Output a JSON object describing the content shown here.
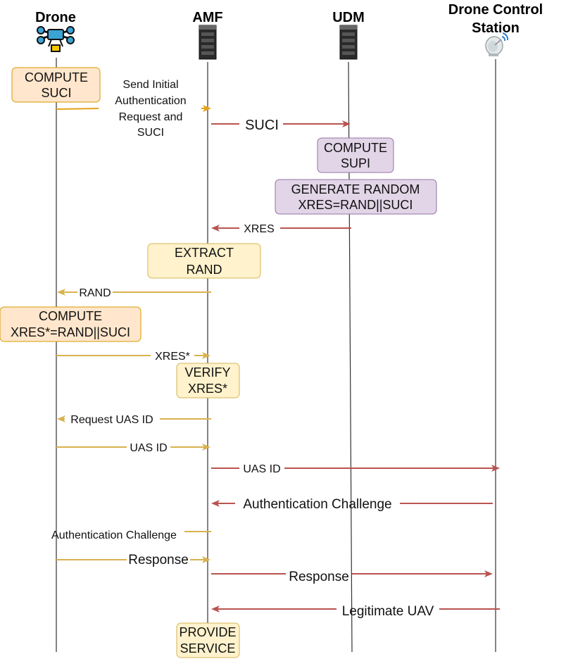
{
  "actors": {
    "drone": {
      "label": "Drone",
      "icon": "drone-icon"
    },
    "amf": {
      "label": "AMF",
      "icon": "server-icon"
    },
    "udm": {
      "label": "UDM",
      "icon": "server-icon"
    },
    "dcs": {
      "label_line1": "Drone Control",
      "label_line2": "Station",
      "icon": "satellite-dish-icon"
    }
  },
  "boxes": {
    "compute_suci": {
      "line1": "COMPUTE",
      "line2": "SUCI"
    },
    "compute_supi": {
      "line1": "COMPUTE",
      "line2": "SUPI"
    },
    "generate_random": {
      "line1": "GENERATE RANDOM",
      "line2": "XRES=RAND||SUCI"
    },
    "extract_rand": {
      "line1": "EXTRACT",
      "line2": "RAND"
    },
    "compute_xres": {
      "line1": "COMPUTE",
      "line2": "XRES*=RAND||SUCI"
    },
    "verify_xres": {
      "line1": "VERIFY",
      "line2": "XRES*"
    },
    "provide_service": {
      "line1": "PROVIDE",
      "line2": "SERVICE"
    }
  },
  "messages": {
    "send_initial": {
      "line1": "Send Initial",
      "line2": "Authentication",
      "line3": "Request and",
      "line4": "SUCI"
    },
    "suci": "SUCI",
    "xres": "XRES",
    "rand": "RAND",
    "xres_star": "XRES*",
    "request_uas_id": "Request UAS ID",
    "uas_id_1": "UAS ID",
    "uas_id_2": "UAS ID",
    "auth_challenge_1": "Authentication Challenge",
    "auth_challenge_2": "Authentication Challenge",
    "response_1": "Response",
    "response_2": "Response",
    "legitimate_uav": "Legitimate UAV"
  },
  "colors": {
    "orange_arrow": "#E6A117",
    "yellow_arrow": "#D8B24E",
    "red_arrow": "#B85450",
    "orange_fill": "#FFE6CC",
    "orange_stroke": "#D79B00",
    "purple_fill": "#E1D5E7",
    "purple_stroke": "#9673A6",
    "yellow_fill": "#FFF2CC",
    "yellow_stroke": "#D6B656"
  }
}
